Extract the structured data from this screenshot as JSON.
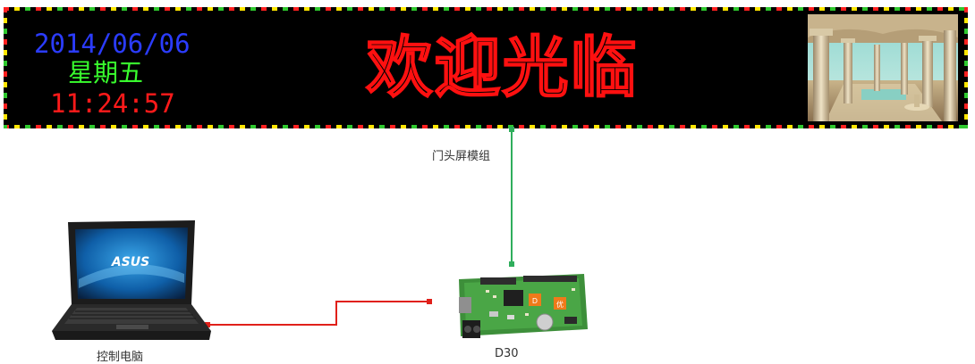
{
  "screen": {
    "date": "2014/06/06",
    "weekday": "星期五",
    "time": "11:24:57",
    "welcome": "欢迎光临",
    "label": "门头屏模组"
  },
  "devices": {
    "pc_label": "控制电脑",
    "controller_label": "D30",
    "laptop_brand": "ASUS",
    "board_chip_1": "D",
    "board_chip_2": "优"
  },
  "colors": {
    "screen_bg": "#000000",
    "date": "#2b3cff",
    "weekday": "#39ff2e",
    "time": "#ff1a1a",
    "welcome": "#ff1010",
    "border_dots": [
      "#ff2020",
      "#ffe600",
      "#2ec82e"
    ],
    "green_wire": "#2fae5c",
    "red_wire": "#e0201a"
  }
}
